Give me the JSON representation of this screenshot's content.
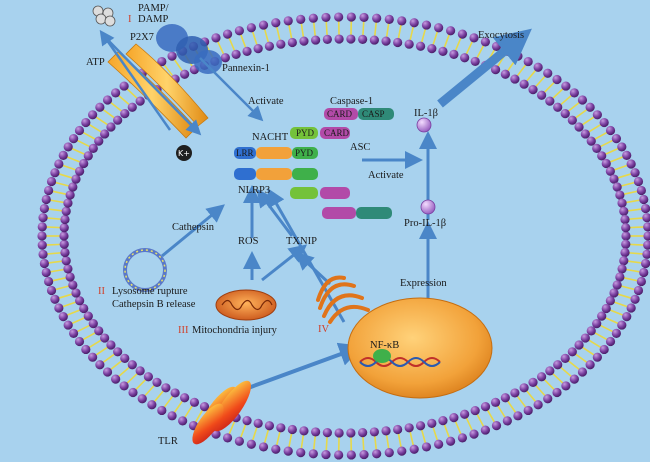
{
  "labels": {
    "pamp": "PAMP/",
    "damp": "DAMP",
    "stage_i": "I",
    "p2x7": "P2X7",
    "atp": "ATP",
    "pannexin": "Pannexin-1",
    "activate_top": "Activate",
    "caspase1": "Caspase-1",
    "card": "CARD",
    "casp": "CASP",
    "nacht": "NACHT",
    "pyd": "PYD",
    "lrr": "LRR",
    "asc": "ASC",
    "nlrp3": "NLRP3",
    "activate_right": "Activate",
    "il1b": "IL-1β",
    "pro_il1b": "Pro-IL-1β",
    "exocytosis": "Exocytosis",
    "cathepsin": "Cathepsin",
    "ros": "ROS",
    "txnip": "TXNIP",
    "expression": "Expression",
    "stage_ii": "II",
    "lysosome_line1": "Lysosome rupture",
    "lysosome_line2": "Cathepsin B release",
    "stage_iii": "III",
    "mito": "Mitochondria injury",
    "stage_iv": "IV",
    "nfkb": "NF-κB",
    "tlr": "TLR",
    "k_ion": "K+"
  },
  "colors": {
    "background": "#a8d2ee",
    "membrane_bead": "#7a3fa0",
    "membrane_tail": "#e6d84a",
    "arrow": "#4a86c8",
    "nucleus": "#f2a93a",
    "roman_numeral": "#d0402a"
  }
}
